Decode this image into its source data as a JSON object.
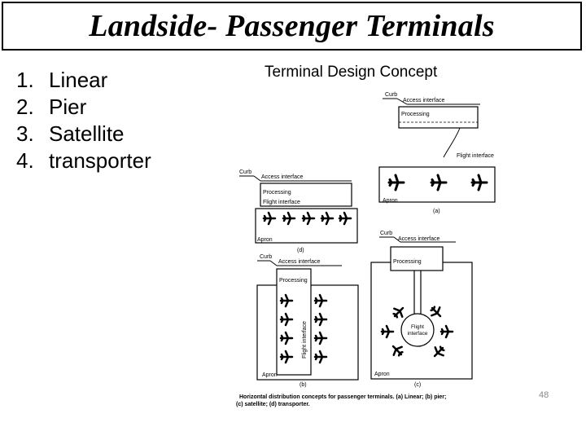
{
  "slide": {
    "title": "Landside- Passenger Terminals",
    "page_number": "48"
  },
  "topics": [
    {
      "num": "1.",
      "label": "Linear"
    },
    {
      "num": "2.",
      "label": "Pier"
    },
    {
      "num": "3.",
      "label": "Satellite"
    },
    {
      "num": "4.",
      "label": "transporter"
    }
  ],
  "figure": {
    "heading": "Terminal Design Concept",
    "labels": {
      "curb": "Curb",
      "access_interface": "Access interface",
      "processing": "Processing",
      "flight_interface": "Flight interface",
      "apron": "Apron",
      "part_a": "(a)",
      "part_b": "(b)",
      "part_c": "(c)",
      "part_d": "(d)"
    },
    "caption_line1": "Horizontal distribution concepts for passenger terminals. (a) Linear; (b) pier;",
    "caption_line2": "(c) satellite; (d) transporter."
  }
}
